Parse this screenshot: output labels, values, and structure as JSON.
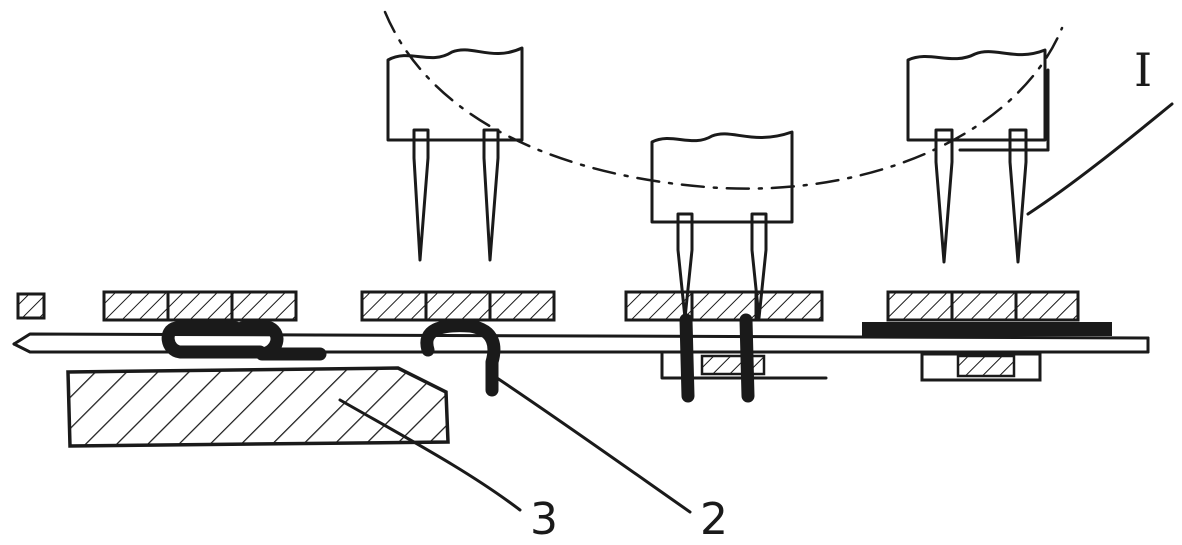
{
  "labels": {
    "part_1": "I",
    "part_2": "2",
    "part_3": "3"
  },
  "colors": {
    "ink": "#1a1a1a",
    "background": "#ffffff"
  }
}
